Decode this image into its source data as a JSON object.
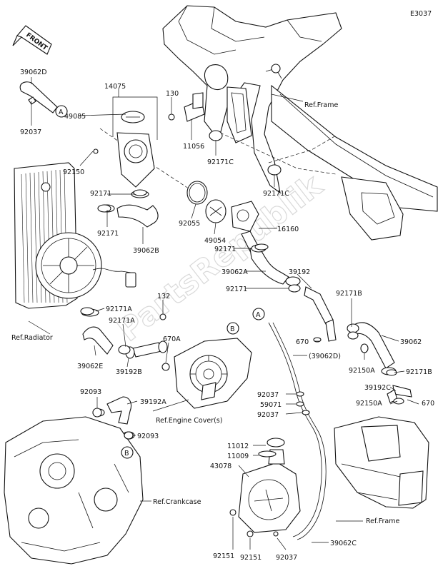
{
  "diagram_code": "E3037",
  "front_label": "FRONT",
  "watermark": "PartsRepublik",
  "refs": {
    "ref_frame_top": "Ref.Frame",
    "ref_radiator": "Ref.Radiator",
    "ref_engine_covers": "Ref.Engine Cover(s)",
    "ref_crankcase": "Ref.Crankcase",
    "ref_frame_bottom": "Ref.Frame"
  },
  "callouts": {
    "a_top": "A",
    "a_mid": "A",
    "b_right": "B",
    "b_left": "B"
  },
  "parts": {
    "p39062D": "39062D",
    "p92037_top": "92037",
    "p14075": "14075",
    "p49085": "49085",
    "p130": "130",
    "p11056": "11056",
    "p92171C_1": "92171C",
    "p92171C_2": "92171C",
    "p92150": "92150",
    "p92171_1": "92171",
    "p92171_2": "92171",
    "p39062B": "39062B",
    "p92055": "92055",
    "p49054": "49054",
    "p16160": "16160",
    "p92171_3": "92171",
    "p39062A": "39062A",
    "p39192": "39192",
    "p92171_4": "92171",
    "p92171B_1": "92171B",
    "p92171A_1": "92171A",
    "p132": "132",
    "p92171A_2": "92171A",
    "p670A": "670A",
    "p39192B": "39192B",
    "p39062E": "39062E",
    "p670_1": "670",
    "p39062": "39062",
    "p39062_paren": "(39062D)",
    "p92150A_1": "92150A",
    "p92171B_2": "92171B",
    "p92093_1": "92093",
    "p39192A": "39192A",
    "p92093_2": "92093",
    "p92037_mid": "92037",
    "p59071": "59071",
    "p92037_mid2": "92037",
    "p39192C": "39192C",
    "p92150A_2": "92150A",
    "p670_2": "670",
    "p11012": "11012",
    "p11009": "11009",
    "p43078": "43078",
    "p92151_1": "92151",
    "p92151_2": "92151",
    "p92037_bot": "92037",
    "p39062C": "39062C"
  }
}
